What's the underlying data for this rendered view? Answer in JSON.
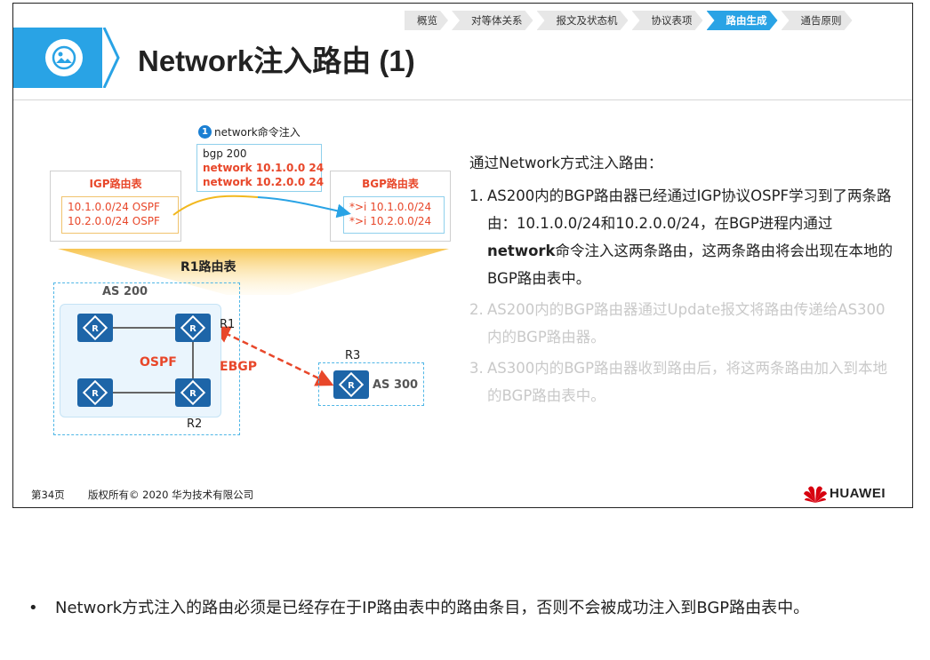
{
  "nav": {
    "items": [
      {
        "label": "概览",
        "active": false
      },
      {
        "label": "对等体关系",
        "active": false
      },
      {
        "label": "报文及状态机",
        "active": false
      },
      {
        "label": "协议表项",
        "active": false
      },
      {
        "label": "路由生成",
        "active": true
      },
      {
        "label": "通告原则",
        "active": false
      }
    ]
  },
  "title": "Network注入路由 (1)",
  "diagram": {
    "step_number": "1",
    "step_label": "network命令注入",
    "commands": [
      "bgp 200",
      "network 10.1.0.0 24",
      "network 10.2.0.0 24"
    ],
    "igp_table": {
      "title": "IGP路由表",
      "rows": [
        "10.1.0.0/24  OSPF",
        "10.2.0.0/24  OSPF"
      ]
    },
    "bgp_table": {
      "title": "BGP路由表",
      "rows": [
        "*>i  10.1.0.0/24",
        "*>i  10.2.0.0/24"
      ]
    },
    "r1_table_label": "R1路由表",
    "as200_label": "AS 200",
    "as300_label": "AS 300",
    "ospf_label": "OSPF",
    "ebgp_label": "EBGP",
    "r1_label": "R1",
    "r2_label": "R2",
    "r3_label": "R3",
    "colors": {
      "accent": "#29a3e5",
      "router": "#1d65a8",
      "highlight": "#e8472a"
    }
  },
  "text": {
    "heading": "通过Network方式注入路由：",
    "items": [
      {
        "num": "1.",
        "parts": [
          {
            "t": "AS200内的BGP路由器已经通过IGP协议OSPF学习到了两条路由：10.1.0.0/24和10.2.0.0/24，在BGP进程内通过",
            "b": false
          },
          {
            "t": "network",
            "b": true
          },
          {
            "t": "命令注入这两条路由，这两条路由将会出现在本地的BGP路由表中。",
            "b": false
          }
        ],
        "dim": false
      },
      {
        "num": "2.",
        "parts": [
          {
            "t": "AS200内的BGP路由器通过Update报文将路由传递给AS300内的BGP路由器。",
            "b": false
          }
        ],
        "dim": true
      },
      {
        "num": "3.",
        "parts": [
          {
            "t": "AS300内的BGP路由器收到路由后，将这两条路由加入到本地的BGP路由表中。",
            "b": false
          }
        ],
        "dim": true
      }
    ]
  },
  "footer": {
    "page": "第34页",
    "copyright": "版权所有© 2020 华为技术有限公司",
    "logo": "HUAWEI"
  },
  "note": {
    "bullet": "•",
    "text": "Network方式注入的路由必须是已经存在于IP路由表中的路由条目，否则不会被成功注入到BGP路由表中。"
  }
}
